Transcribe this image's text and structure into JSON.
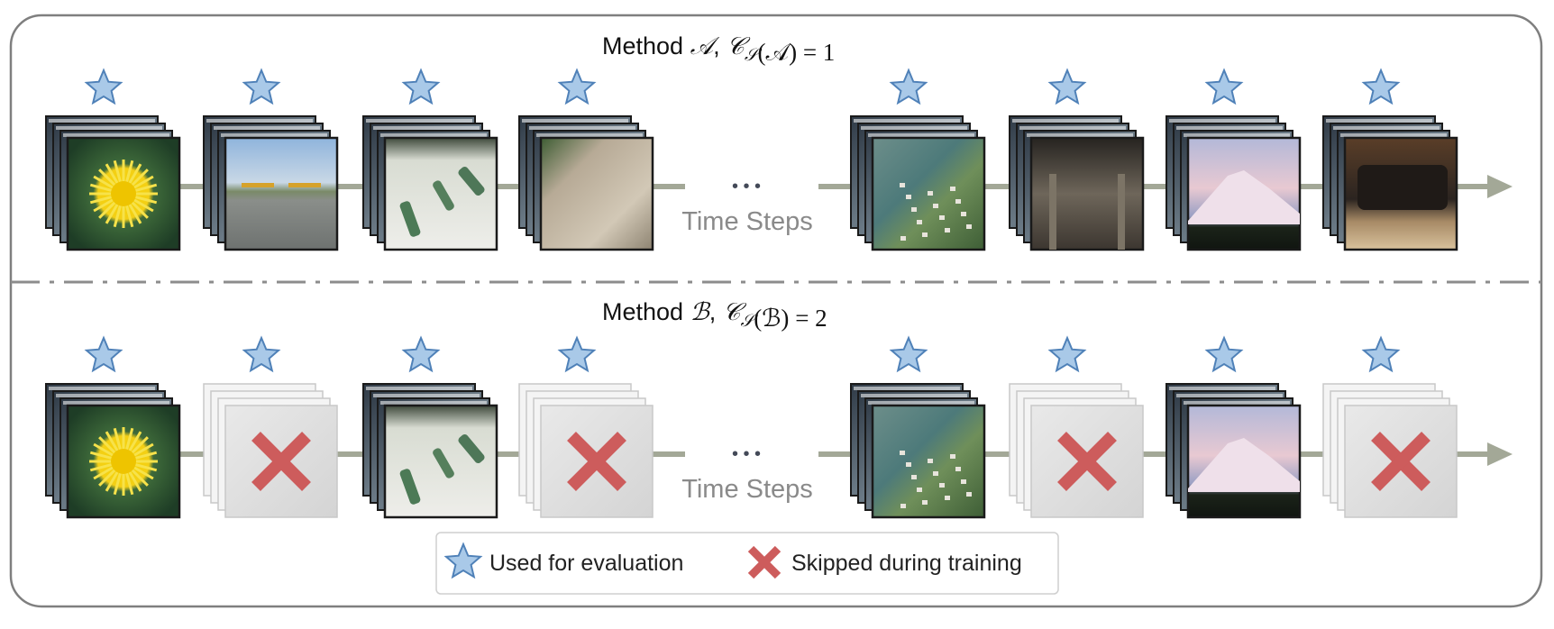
{
  "rows": [
    {
      "method_label": "Method",
      "method_symbol": "𝒜",
      "cost_symbol": "𝒞",
      "cost_subscript": "𝒮",
      "cost_arg": "(𝒜)",
      "cost_value": "= 1",
      "ellipsis": "• • •",
      "time_steps_label": "Time Steps",
      "steps": [
        {
          "image": "dandelion",
          "evaluated": true,
          "skipped": false
        },
        {
          "image": "airplanes",
          "evaluated": true,
          "skipped": false
        },
        {
          "image": "museum-artifacts",
          "evaluated": true,
          "skipped": false
        },
        {
          "image": "cliff-dwelling",
          "evaluated": true,
          "skipped": false
        },
        {
          "image": "lakeside-village",
          "evaluated": true,
          "skipped": false
        },
        {
          "image": "under-bridge",
          "evaluated": true,
          "skipped": false
        },
        {
          "image": "snowy-mountain",
          "evaluated": true,
          "skipped": false
        },
        {
          "image": "steam-locomotive",
          "evaluated": true,
          "skipped": false
        }
      ]
    },
    {
      "method_label": "Method",
      "method_symbol": "ℬ",
      "cost_symbol": "𝒞",
      "cost_subscript": "𝒮",
      "cost_arg": "(ℬ)",
      "cost_value": "= 2",
      "ellipsis": "• • •",
      "time_steps_label": "Time Steps",
      "steps": [
        {
          "image": "dandelion",
          "evaluated": true,
          "skipped": false
        },
        {
          "image": "airplanes",
          "evaluated": true,
          "skipped": true
        },
        {
          "image": "museum-artifacts",
          "evaluated": true,
          "skipped": false
        },
        {
          "image": "cliff-dwelling",
          "evaluated": true,
          "skipped": true
        },
        {
          "image": "lakeside-village",
          "evaluated": true,
          "skipped": false
        },
        {
          "image": "under-bridge",
          "evaluated": true,
          "skipped": true
        },
        {
          "image": "snowy-mountain",
          "evaluated": true,
          "skipped": false
        },
        {
          "image": "steam-locomotive",
          "evaluated": true,
          "skipped": true
        }
      ]
    }
  ],
  "legend": {
    "evaluation_label": "Used for evaluation",
    "skipped_label": "Skipped during training"
  },
  "colors": {
    "star_fill": "#a9c9e8",
    "star_stroke": "#4f81b8",
    "cross": "#cd5c5c",
    "timeline": "#a3a897",
    "frame_border": "#7f7f7f",
    "divider": "#8c8c8c"
  }
}
